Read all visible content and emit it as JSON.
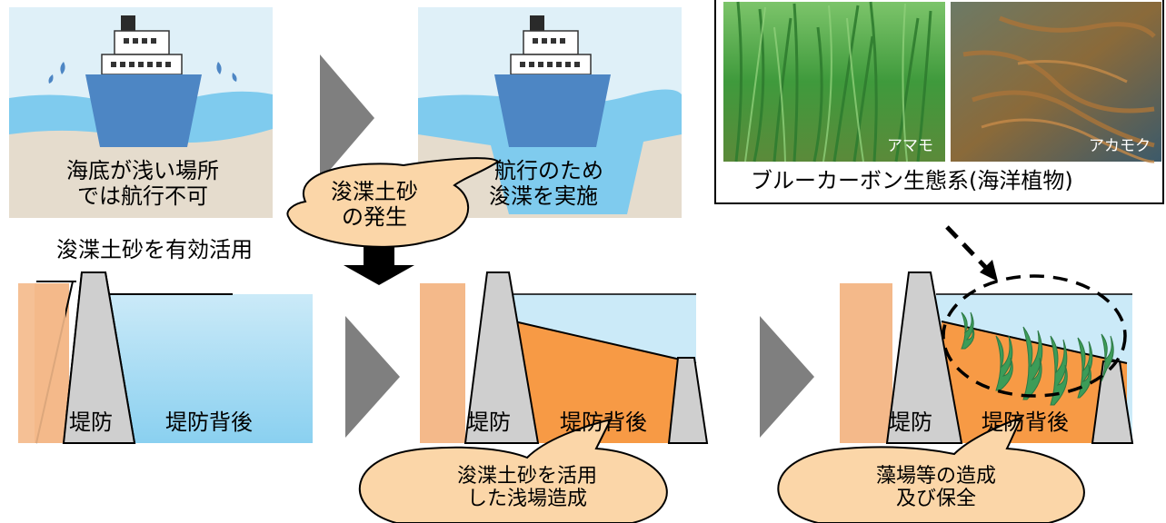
{
  "scenes": {
    "top_left_caption": [
      "海底が浅い場所",
      "では航行不可"
    ],
    "top_mid_caption": [
      "航行のため",
      "浚渫を実施"
    ],
    "callout_dredged_soil": [
      "浚渫土砂",
      "の発生"
    ],
    "use_label": "浚渫土砂を有効活用",
    "bottom_left": {
      "dike": "堤防",
      "behind": "堤防背後"
    },
    "bottom_mid": {
      "dike": "堤防",
      "behind": "堤防背後"
    },
    "bottom_right": {
      "dike": "堤防",
      "behind": "堤防背後"
    },
    "callout_shallows": [
      "浚渫土砂を活用",
      "した浅場造成"
    ],
    "callout_seaweed": [
      "藻場等の造成",
      "及び保全"
    ]
  },
  "inset": {
    "photo_left_label": "アマモ",
    "photo_right_label": "アカモク",
    "caption": "ブルーカーボン生態系(海洋植物)"
  },
  "colors": {
    "sky": "#dff0f8",
    "water": "#8fd2ee",
    "sand": "#e5dccd",
    "hull": "#4d86c4",
    "dike": "#cfcfcf",
    "land": "#f4b98a",
    "fill_soil": "#f79a45",
    "arrow": "#7f7f7f",
    "callout": "#fbd6a8",
    "seaweed": "#3c9c58"
  }
}
